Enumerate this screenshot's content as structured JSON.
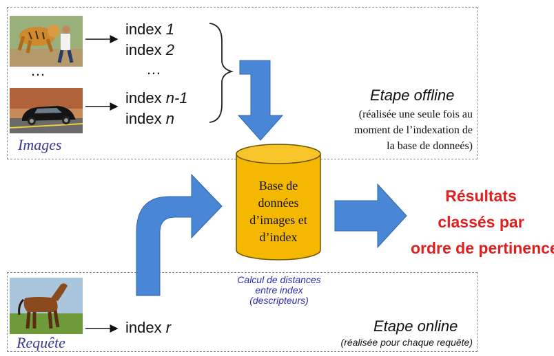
{
  "offline": {
    "index_1_prefix": "index ",
    "index_1_suffix": "1",
    "index_2_prefix": "index ",
    "index_2_suffix": "2",
    "ellipsis_left": "…",
    "ellipsis_mid": "…",
    "index_n1_prefix": "index ",
    "index_n1_suffix": "n-1",
    "index_n_prefix": "index ",
    "index_n_suffix": "n",
    "images_caption": "Images",
    "stage_title": "Etape offline",
    "stage_note_line1": "(réalisée une seule fois au",
    "stage_note_line2": "moment de l’indexation de",
    "stage_note_line3": "la base de donneés)"
  },
  "database": {
    "line1": "Base de",
    "line2": "données",
    "line3": "d’images et",
    "line4": "d’index",
    "calc_line1": "Calcul de distances",
    "calc_line2": "entre index",
    "calc_line3": "(descripteurs)"
  },
  "results": {
    "line1": "Résultats",
    "line2": "classés par",
    "line3": "ordre de pertinence"
  },
  "online": {
    "index_r_prefix": "index ",
    "index_r_suffix": "r",
    "query_caption": "Requête",
    "stage_title": "Etape online",
    "stage_note": "(réalisée pour chaque requête)"
  },
  "colors": {
    "arrow_blue": "#4a86d6",
    "cylinder_yellow": "#f5b800",
    "result_red": "#e02020",
    "caption_blue": "#3b3b8f"
  }
}
